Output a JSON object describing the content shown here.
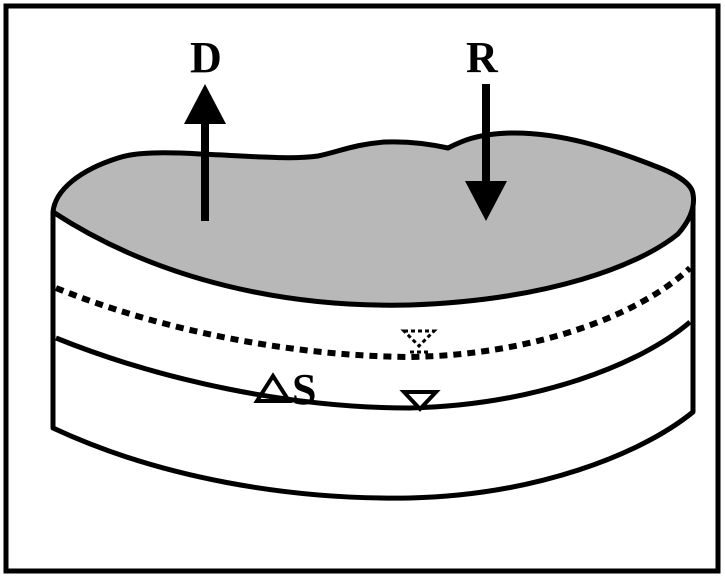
{
  "labels": {
    "discharge": "D",
    "recharge": "R",
    "storage_change_symbol": "Δ",
    "storage_change_letter": "S"
  },
  "colors": {
    "surface_fill": "#b8b8b8",
    "body_fill": "#ffffff",
    "stroke": "#000000",
    "frame": "#000000"
  },
  "icons": {
    "old_water_table": "dashed-inverted-triangle-icon",
    "new_water_table": "inverted-triangle-icon"
  }
}
